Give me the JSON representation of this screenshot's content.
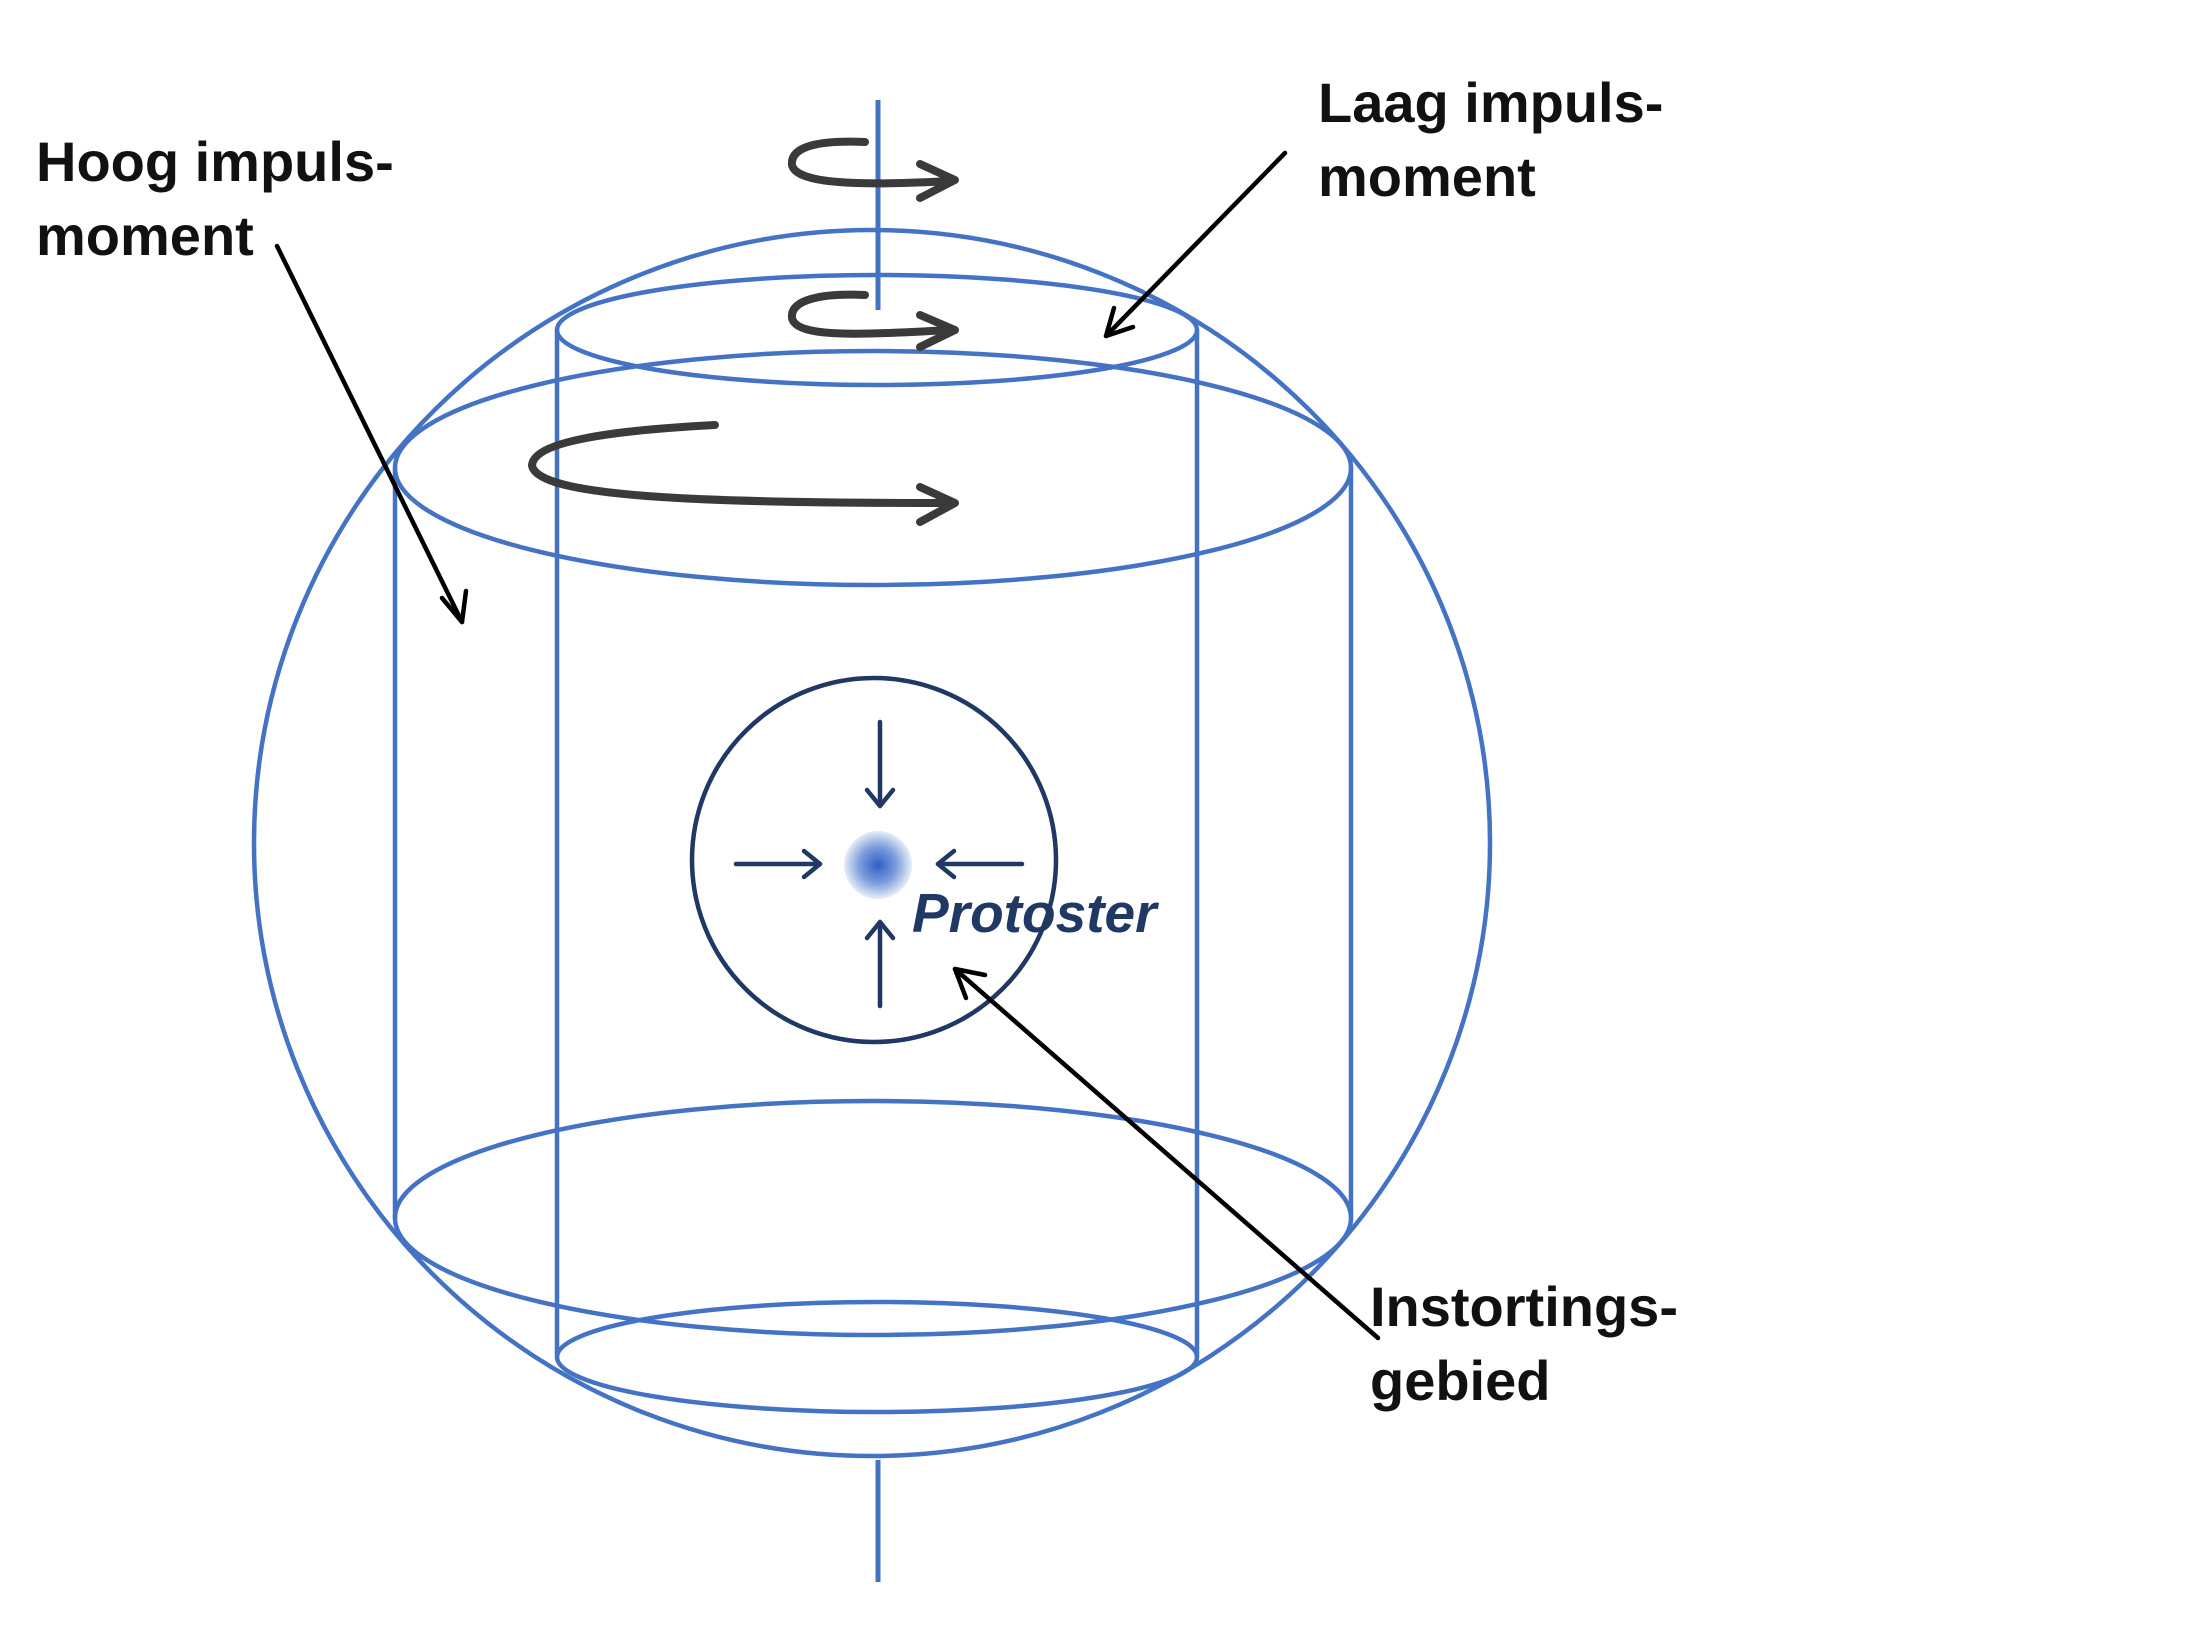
{
  "labels": {
    "high_angular_momentum": [
      "Hoog impuls-",
      "moment"
    ],
    "low_angular_momentum": [
      "Laag impuls-",
      "moment"
    ],
    "collapse_region": [
      "Instortings-",
      "gebied"
    ],
    "protostar": "Protoster"
  },
  "colors": {
    "structure": "#4472c4",
    "collapse_region": "#1f3864",
    "rotation_arrows": "#3a3a3a",
    "pointer_arrows": "#000000",
    "protostar_core": "#2f5fc4",
    "protostar_label": "#203864"
  }
}
